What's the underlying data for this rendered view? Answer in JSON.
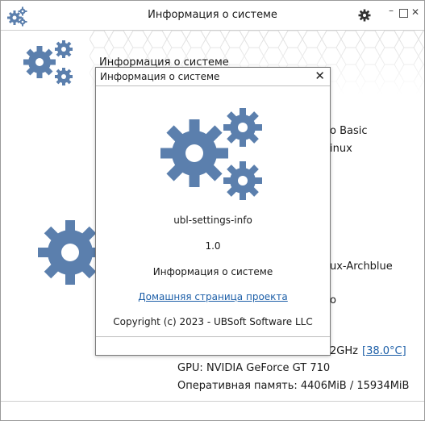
{
  "window": {
    "title": "Информация о системе",
    "icons": {
      "app": "gears-icon",
      "settings": "gear-icon"
    },
    "controls": {
      "minimize": "–",
      "maximize": "",
      "close": "✕"
    }
  },
  "background": {
    "heading": "Информация о системе",
    "partial_lines": [
      {
        "key": "edition",
        "text": "o Basic"
      },
      {
        "key": "os",
        "text": "inux"
      },
      {
        "key": "hostname",
        "text": "ux-Archblue"
      },
      {
        "key": "misc",
        "text": "o"
      }
    ],
    "cpu_freq": "2GHz",
    "cpu_temp": "[38.0°C]",
    "gpu": "GPU: NVIDIA GeForce GT 710",
    "ram": "Оперативная память: 4406MiB / 15934MiB"
  },
  "dialog": {
    "title": "Информация о системе",
    "close_label": "✕",
    "app_name": "ubl-settings-info",
    "version": "1.0",
    "description": "Информация о системе",
    "homepage_link": "Домашняя страница проекта",
    "copyright": "Copyright (c) 2023 - UBSoft Software LLC"
  },
  "colors": {
    "accent": "#5b7fad",
    "link": "#1d5fa8"
  }
}
